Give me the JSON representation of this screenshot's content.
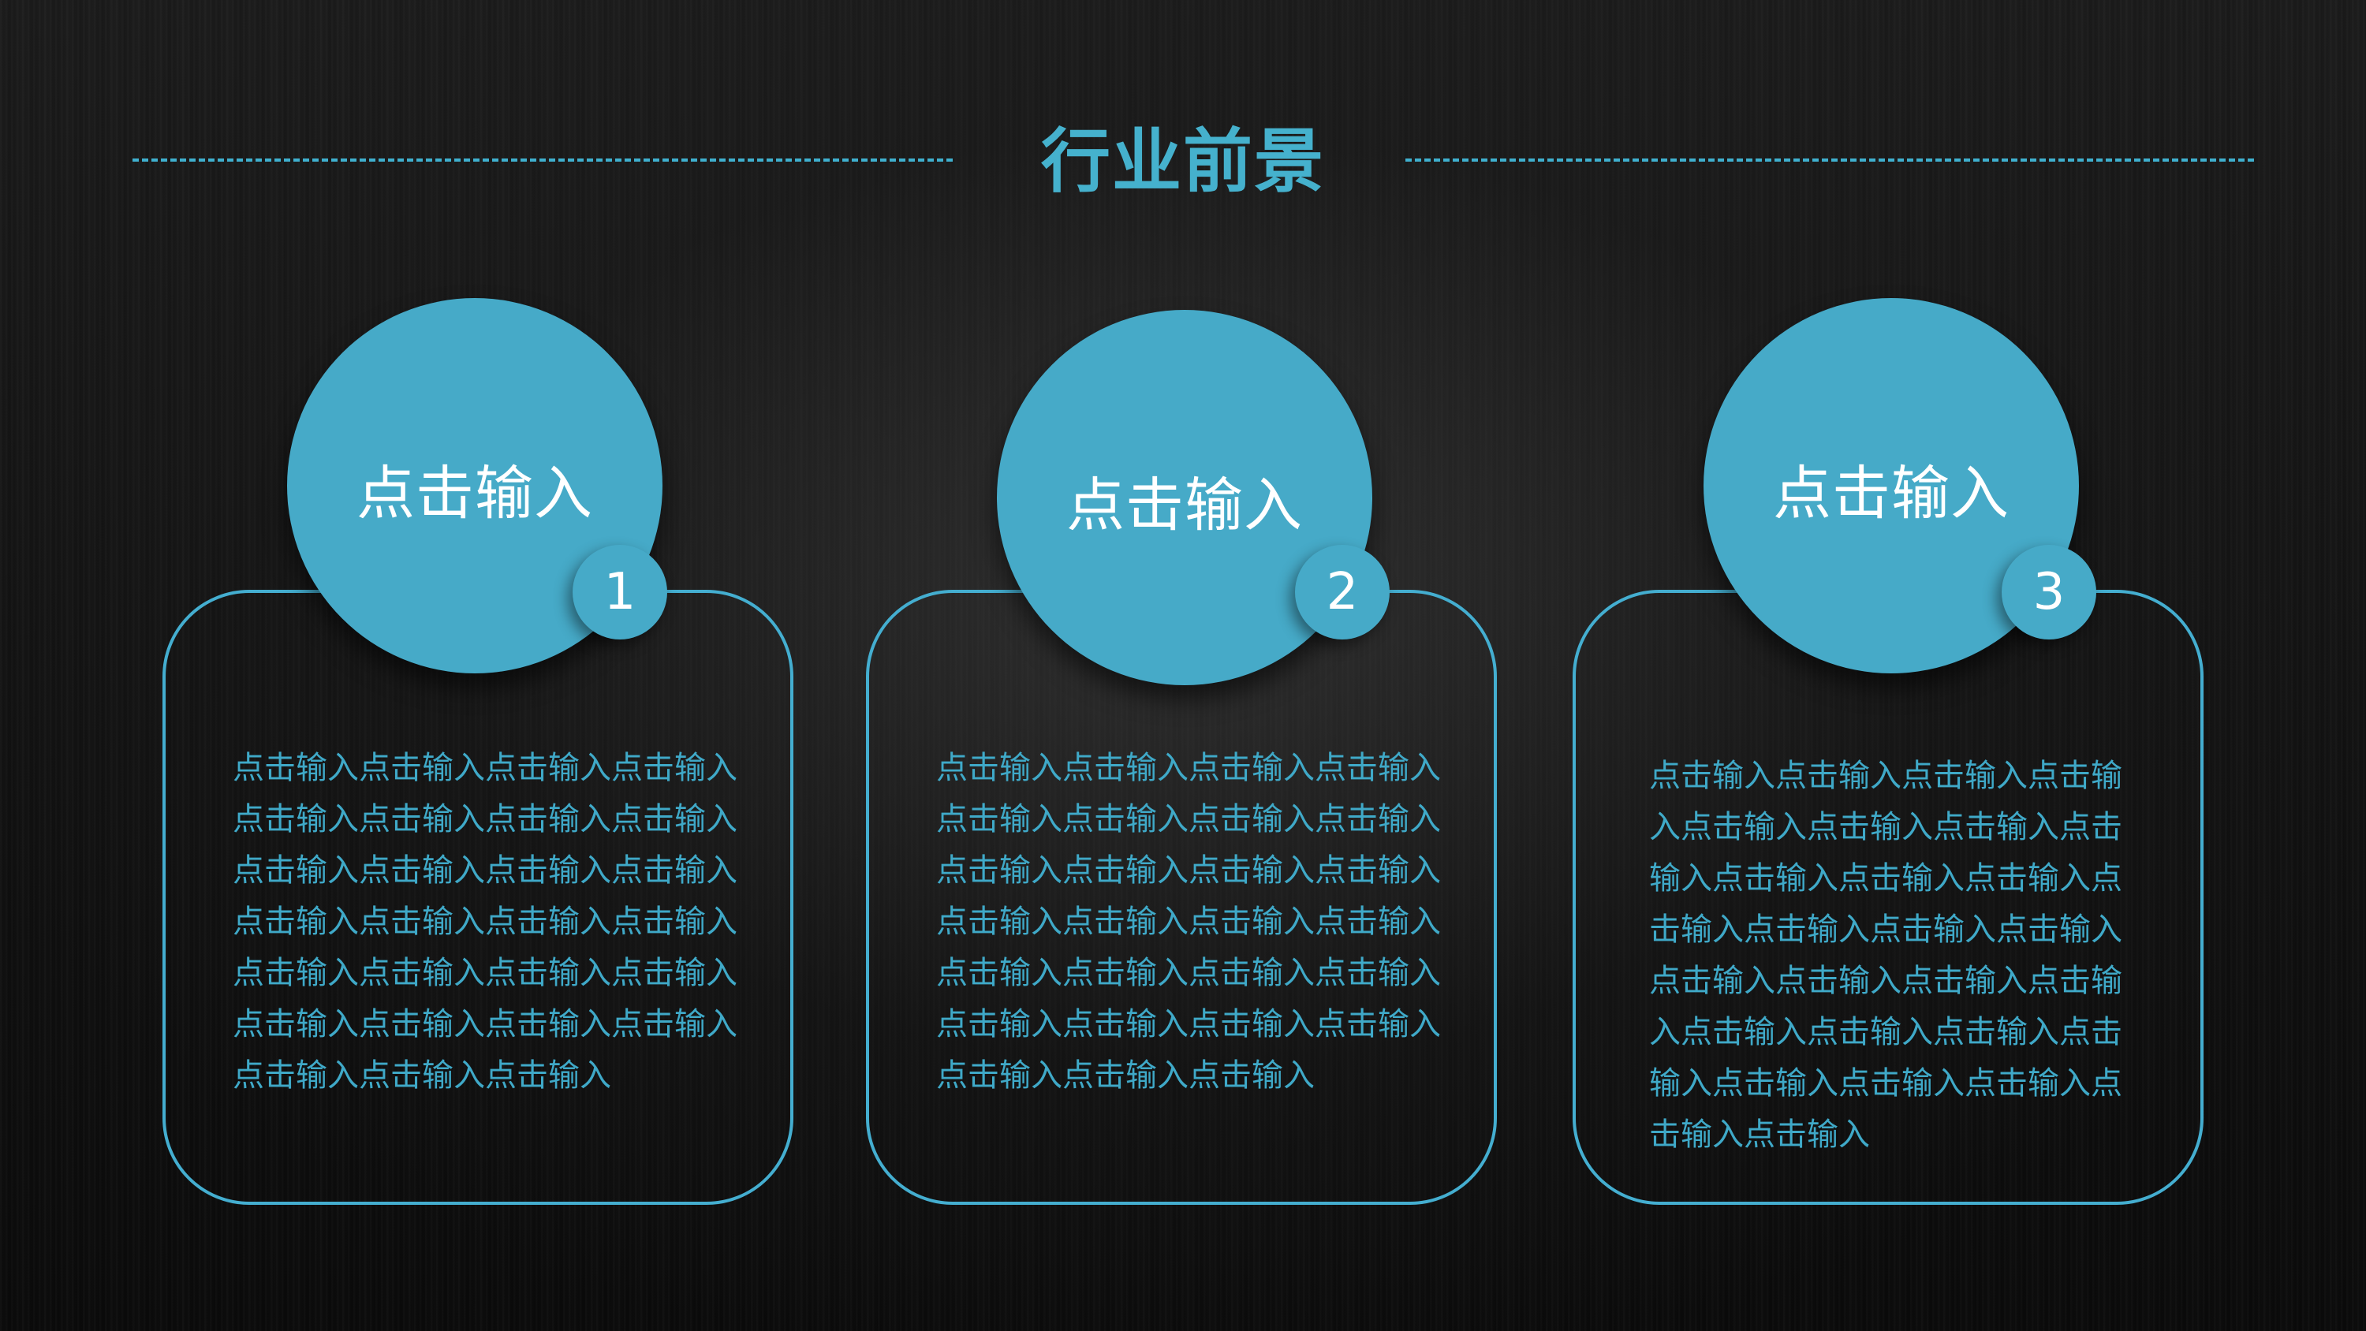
{
  "title": "行业前景",
  "accent_color": "#45b1cd",
  "panels": [
    {
      "heading": "点击输入",
      "number": "1",
      "body": "点击输入点击输入点击输入点击输入点击输入点击输入点击输入点击输入点击输入点击输入点击输入点击输入点击输入点击输入点击输入点击输入点击输入点击输入点击输入点击输入点击输入点击输入点击输入点击输入点击输入点击输入点击输入"
    },
    {
      "heading": "点击输入",
      "number": "2",
      "body": "点击输入点击输入点击输入点击输入点击输入点击输入点击输入点击输入点击输入点击输入点击输入点击输入点击输入点击输入点击输入点击输入点击输入点击输入点击输入点击输入点击输入点击输入点击输入点击输入点击输入点击输入点击输入"
    },
    {
      "heading": "点击输入",
      "number": "3",
      "body": "点击输入点击输入点击输入点击输入点击输入点击输入点击输入点击输入点击输入点击输入点击输入点击输入点击输入点击输入点击输入点击输入点击输入点击输入点击输入点击输入点击输入点击输入点击输入点击输入点击输入点击输入点击输入点击输入"
    }
  ]
}
